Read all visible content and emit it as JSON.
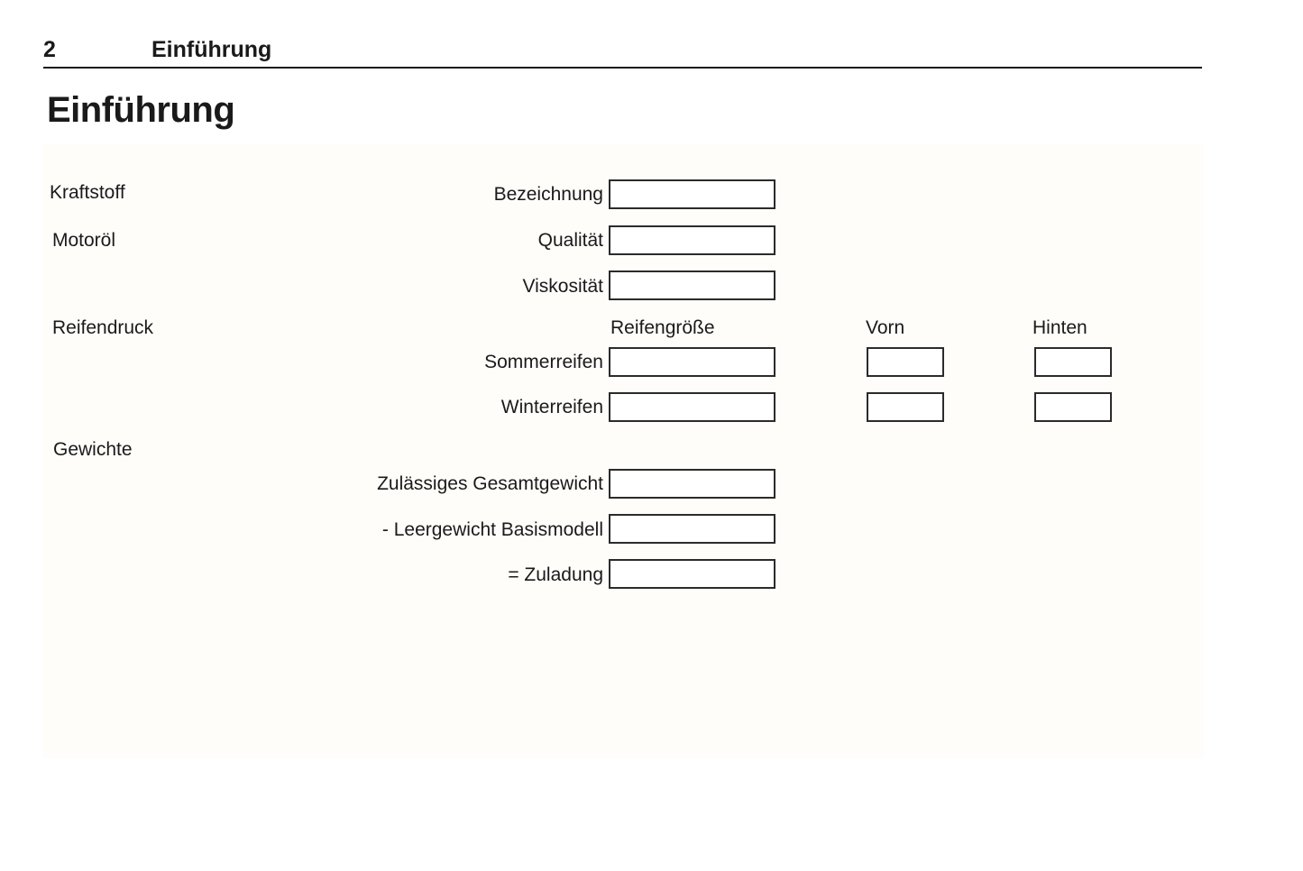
{
  "header": {
    "page_number": "2",
    "title": "Einführung"
  },
  "chapter_title": "Einführung",
  "sections": [
    {
      "id": "kraftstoff",
      "label": "Kraftstoff"
    },
    {
      "id": "motoroel",
      "label": "Motoröl"
    },
    {
      "id": "reifendruck",
      "label": "Reifendruck"
    },
    {
      "id": "gewichte",
      "label": "Gewichte"
    }
  ],
  "column_headers": [
    {
      "id": "reifengroesse",
      "label": "Reifengröße"
    },
    {
      "id": "vorn",
      "label": "Vorn"
    },
    {
      "id": "hinten",
      "label": "Hinten"
    }
  ],
  "fields": [
    {
      "id": "bezeichnung",
      "label": "Bezeichnung",
      "value": ""
    },
    {
      "id": "qualitaet",
      "label": "Qualität",
      "value": ""
    },
    {
      "id": "viskositaet",
      "label": "Viskosität",
      "value": ""
    },
    {
      "id": "sommerreifen",
      "label": "Sommerreifen",
      "value": ""
    },
    {
      "id": "winterreifen",
      "label": "Winterreifen",
      "value": ""
    },
    {
      "id": "zulaessiges-gesamtgewicht",
      "label": "Zulässiges Gesamtgewicht",
      "value": ""
    },
    {
      "id": "leergewicht-basismodell",
      "label": "- Leergewicht Basismodell",
      "value": ""
    },
    {
      "id": "zuladung",
      "label": "= Zuladung",
      "value": ""
    }
  ],
  "tire_values": {
    "sommerreifen_vorn": "",
    "sommerreifen_hinten": "",
    "winterreifen_vorn": "",
    "winterreifen_hinten": ""
  },
  "colors": {
    "text": "#1a1a1a",
    "box_border": "#2b2b2b",
    "panel_background": "#fffdfa",
    "page_background": "#ffffff"
  }
}
